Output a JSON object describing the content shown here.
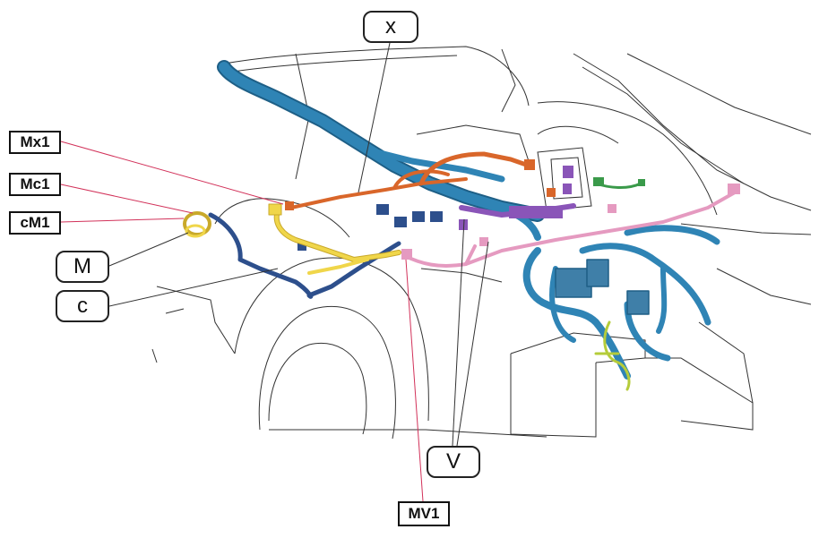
{
  "callouts": {
    "x": "x",
    "m": "M",
    "c": "c",
    "v": "V"
  },
  "connectors": {
    "mx1": "Mx1",
    "mc1": "Mc1",
    "cm1": "cM1",
    "mv1": "MV1"
  },
  "colors": {
    "outline": "#333333",
    "harness_blue": "#2f84b5",
    "harness_navy": "#2d4f8c",
    "harness_orange": "#d9662a",
    "harness_yellow": "#f0d64a",
    "harness_pink": "#e59ac0",
    "harness_purple": "#8a55b8",
    "harness_green": "#3a9a4a",
    "harness_lime": "#b5cc3a",
    "leader_red": "#d2325a",
    "leader_black": "#333333"
  }
}
